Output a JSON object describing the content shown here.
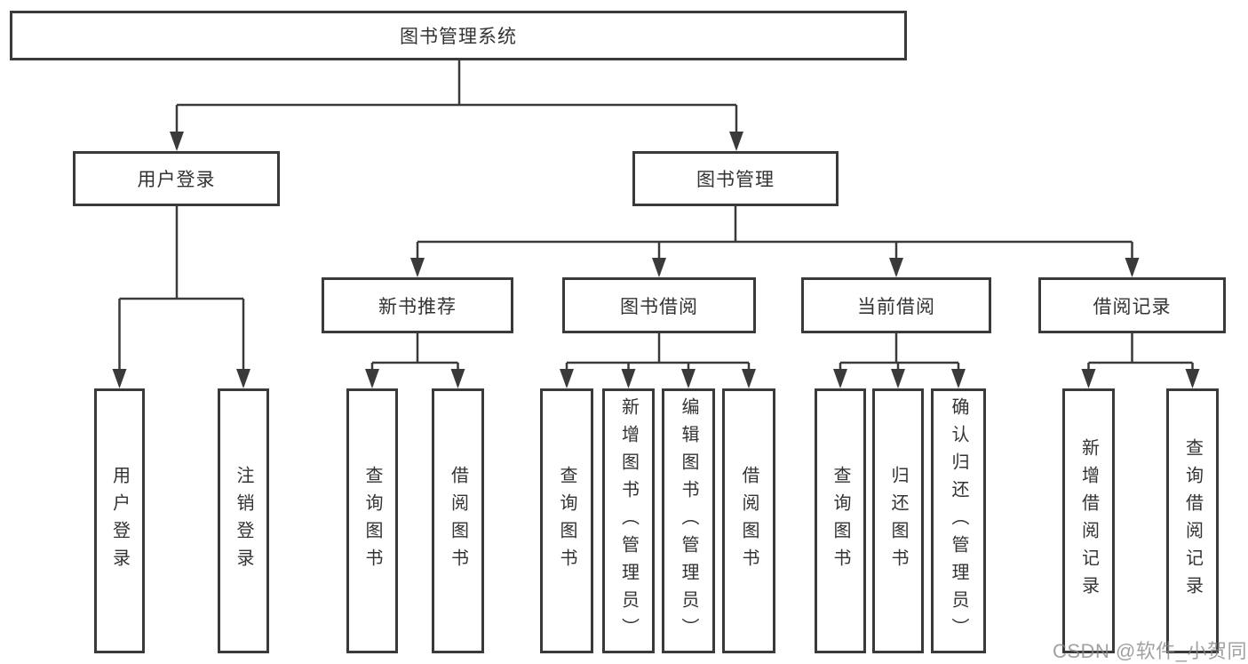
{
  "colors": {
    "background": "#ffffff",
    "box_fill": "#ffffff",
    "box_border": "#3a3a3a",
    "line": "#3a3a3a",
    "text": "#333333",
    "watermark": "#868686"
  },
  "watermark": {
    "text": "CSDN @软件_小贺同学"
  },
  "tree": {
    "root": {
      "label": "图书管理系统",
      "children": [
        {
          "label": "用户登录",
          "children": [
            {
              "label": "用户登录"
            },
            {
              "label": "注销登录"
            }
          ]
        },
        {
          "label": "图书管理",
          "children": [
            {
              "label": "新书推荐",
              "children": [
                {
                  "label": "查询图书"
                },
                {
                  "label": "借阅图书"
                }
              ]
            },
            {
              "label": "图书借阅",
              "children": [
                {
                  "label": "查询图书"
                },
                {
                  "label": "新增图书（管理员）"
                },
                {
                  "label": "编辑图书（管理员）"
                },
                {
                  "label": "借阅图书"
                }
              ]
            },
            {
              "label": "当前借阅",
              "children": [
                {
                  "label": "查询图书"
                },
                {
                  "label": "归还图书"
                },
                {
                  "label": "确认归还（管理员）"
                }
              ]
            },
            {
              "label": "借阅记录",
              "children": [
                {
                  "label": "新增借阅记录"
                },
                {
                  "label": "查询借阅记录"
                }
              ]
            }
          ]
        }
      ]
    }
  }
}
